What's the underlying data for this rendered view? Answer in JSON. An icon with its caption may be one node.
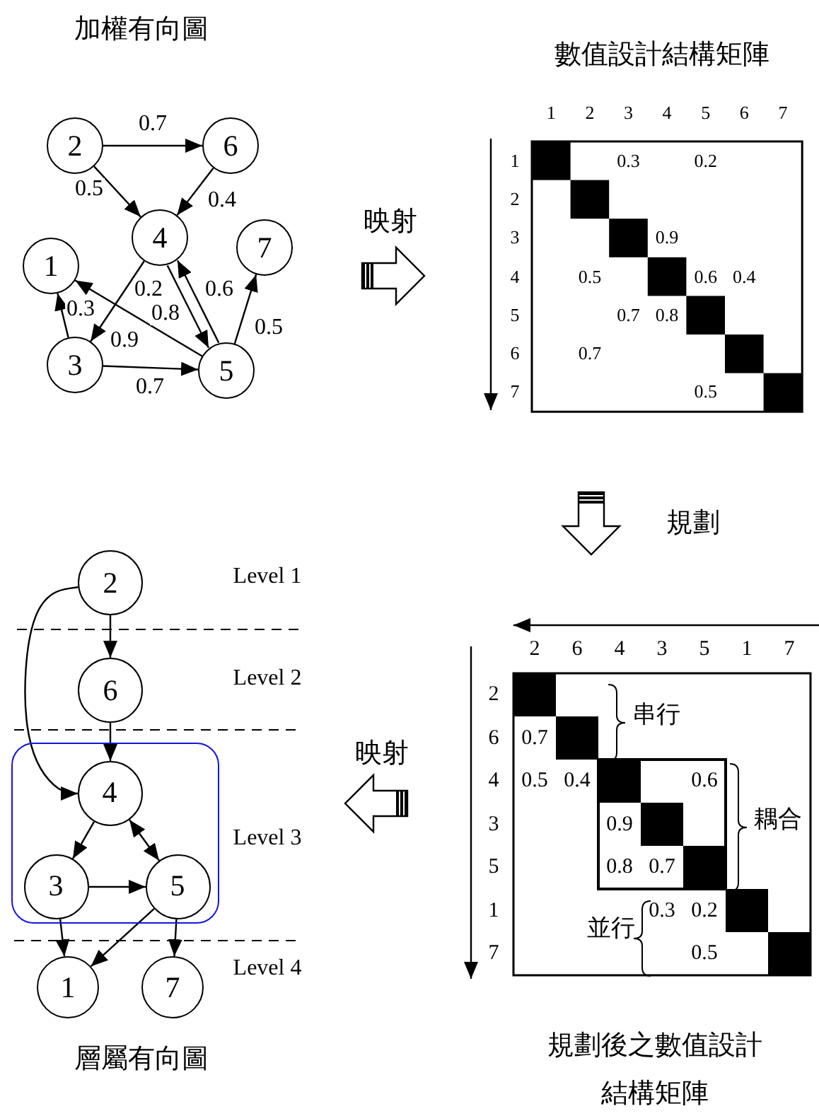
{
  "diagram": {
    "nodes": [
      {
        "text": [
          "2"
        ]
      },
      {
        "text": [
          "6"
        ]
      },
      {
        "text": [
          "4"
        ]
      },
      {
        "text": [
          "1"
        ]
      },
      {
        "text": [
          "7"
        ]
      },
      {
        "text": [
          "3"
        ]
      },
      {
        "text": [
          "5"
        ]
      },
      {
        "text": [
          "2"
        ]
      },
      {
        "text": [
          "6"
        ]
      },
      {
        "text": [],
        "shape": "box"
      },
      {
        "text": [
          "4"
        ],
        "in": 9
      },
      {
        "text": [
          "3"
        ],
        "in": 9
      },
      {
        "text": [
          "5"
        ],
        "in": 9
      },
      {
        "text": [
          "1"
        ]
      },
      {
        "text": [
          "7"
        ]
      }
    ],
    "edges": [
      {
        "from": 0,
        "to": 1,
        "arrow": "to",
        "label": "0.7"
      },
      {
        "from": 0,
        "to": 2,
        "arrow": "to",
        "label": "0.5"
      },
      {
        "from": 1,
        "to": 2,
        "arrow": "to",
        "label": "0.4"
      },
      {
        "from": 2,
        "to": 5,
        "arrow": "to",
        "label": "0.9"
      },
      {
        "from": 2,
        "to": 6,
        "arrow": "to",
        "label": "0.8"
      },
      {
        "from": 6,
        "to": 2,
        "arrow": "to",
        "label": "0.6"
      },
      {
        "from": 5,
        "to": 3,
        "arrow": "to",
        "label": "0.3"
      },
      {
        "from": 6,
        "to": 3,
        "arrow": "to",
        "label": "0.2"
      },
      {
        "from": 5,
        "to": 6,
        "arrow": "to",
        "label": "0.7"
      },
      {
        "from": 6,
        "to": 4,
        "arrow": "to",
        "label": "0.5"
      },
      {
        "from": 7,
        "to": 8,
        "arrow": "to"
      },
      {
        "from": 7,
        "to": 10,
        "arrow": "to"
      },
      {
        "from": 8,
        "to": 10,
        "arrow": "to"
      },
      {
        "from": 10,
        "to": 11,
        "arrow": "to"
      },
      {
        "from": 10,
        "to": 12,
        "arrow": "both"
      },
      {
        "from": 11,
        "to": 12,
        "arrow": "to"
      },
      {
        "from": 11,
        "to": 13,
        "arrow": "to"
      },
      {
        "from": 12,
        "to": 13,
        "arrow": "to"
      },
      {
        "from": 12,
        "to": 14,
        "arrow": "to"
      }
    ],
    "labels": [
      "加權有向圖",
      "數值設計結構矩陣",
      "映射",
      "1",
      "2",
      "3",
      "4",
      "5",
      "6",
      "7",
      "1",
      "0.3",
      "0.2",
      "2",
      "3",
      "0.9",
      "4",
      "0.5",
      "0.6",
      "0.4",
      "5",
      "0.7",
      "0.8",
      "6",
      "0.7",
      "7",
      "0.5",
      "規劃",
      "Level 1",
      "Level 2",
      "映射",
      "Level 3",
      "Level 4",
      "2",
      "6",
      "4",
      "3",
      "5",
      "1",
      "7",
      "2",
      "串行",
      "6",
      "0.7",
      "4",
      "0.5",
      "0.4",
      "0.6",
      "耦合",
      "3",
      "0.9",
      "5",
      "0.8",
      "0.7",
      "1",
      "0.3",
      "0.2",
      "並行",
      "7",
      "0.5",
      "層屬有向圖",
      "規劃後之數值設計結構矩陣"
    ]
  }
}
